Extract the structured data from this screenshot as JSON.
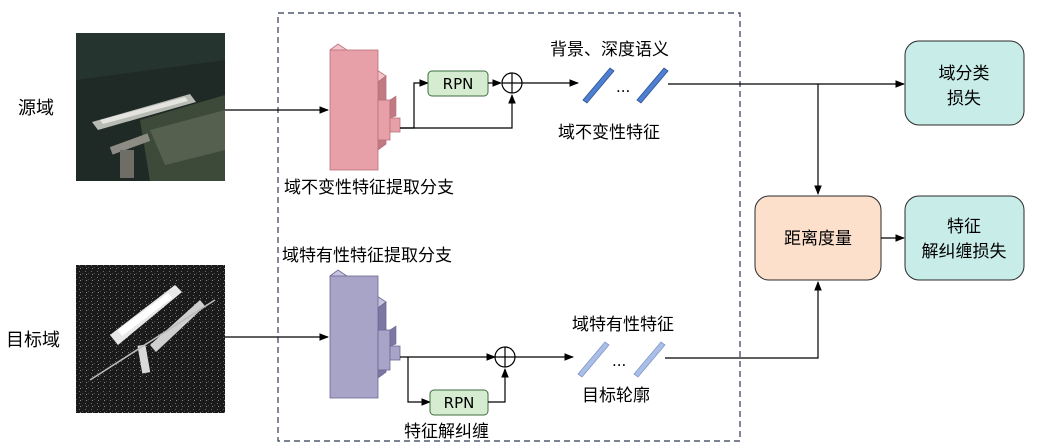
{
  "inputs": {
    "source_label": "源域",
    "target_label": "目标域"
  },
  "branches": {
    "invariant_title": "域不变性特征提取分支",
    "specific_title": "域特有性特征提取分支",
    "rpn_label": "RPN",
    "disentangle_label": "特征解纠缠"
  },
  "features": {
    "invariant_top": "背景、深度语义",
    "invariant_bottom": "域不变性特征",
    "specific_top": "域特有性特征",
    "specific_bottom": "目标轮廓",
    "ellipsis": "..."
  },
  "outputs": {
    "domain_loss_line1": "域分类",
    "domain_loss_line2": "损失",
    "distance_label": "距离度量",
    "disentangle_loss_line1": "特征",
    "disentangle_loss_line2": "解纠缠损失"
  },
  "colors": {
    "invariant_block": "#e8a0a8",
    "specific_block": "#a8a4c8",
    "rpn_fill": "#d6ecd0",
    "loss_box_fill": "#c8ece8",
    "distance_box_fill": "#fce0cc",
    "invariant_feature": "#4f7fd0",
    "specific_feature": "#a9bfe8"
  }
}
